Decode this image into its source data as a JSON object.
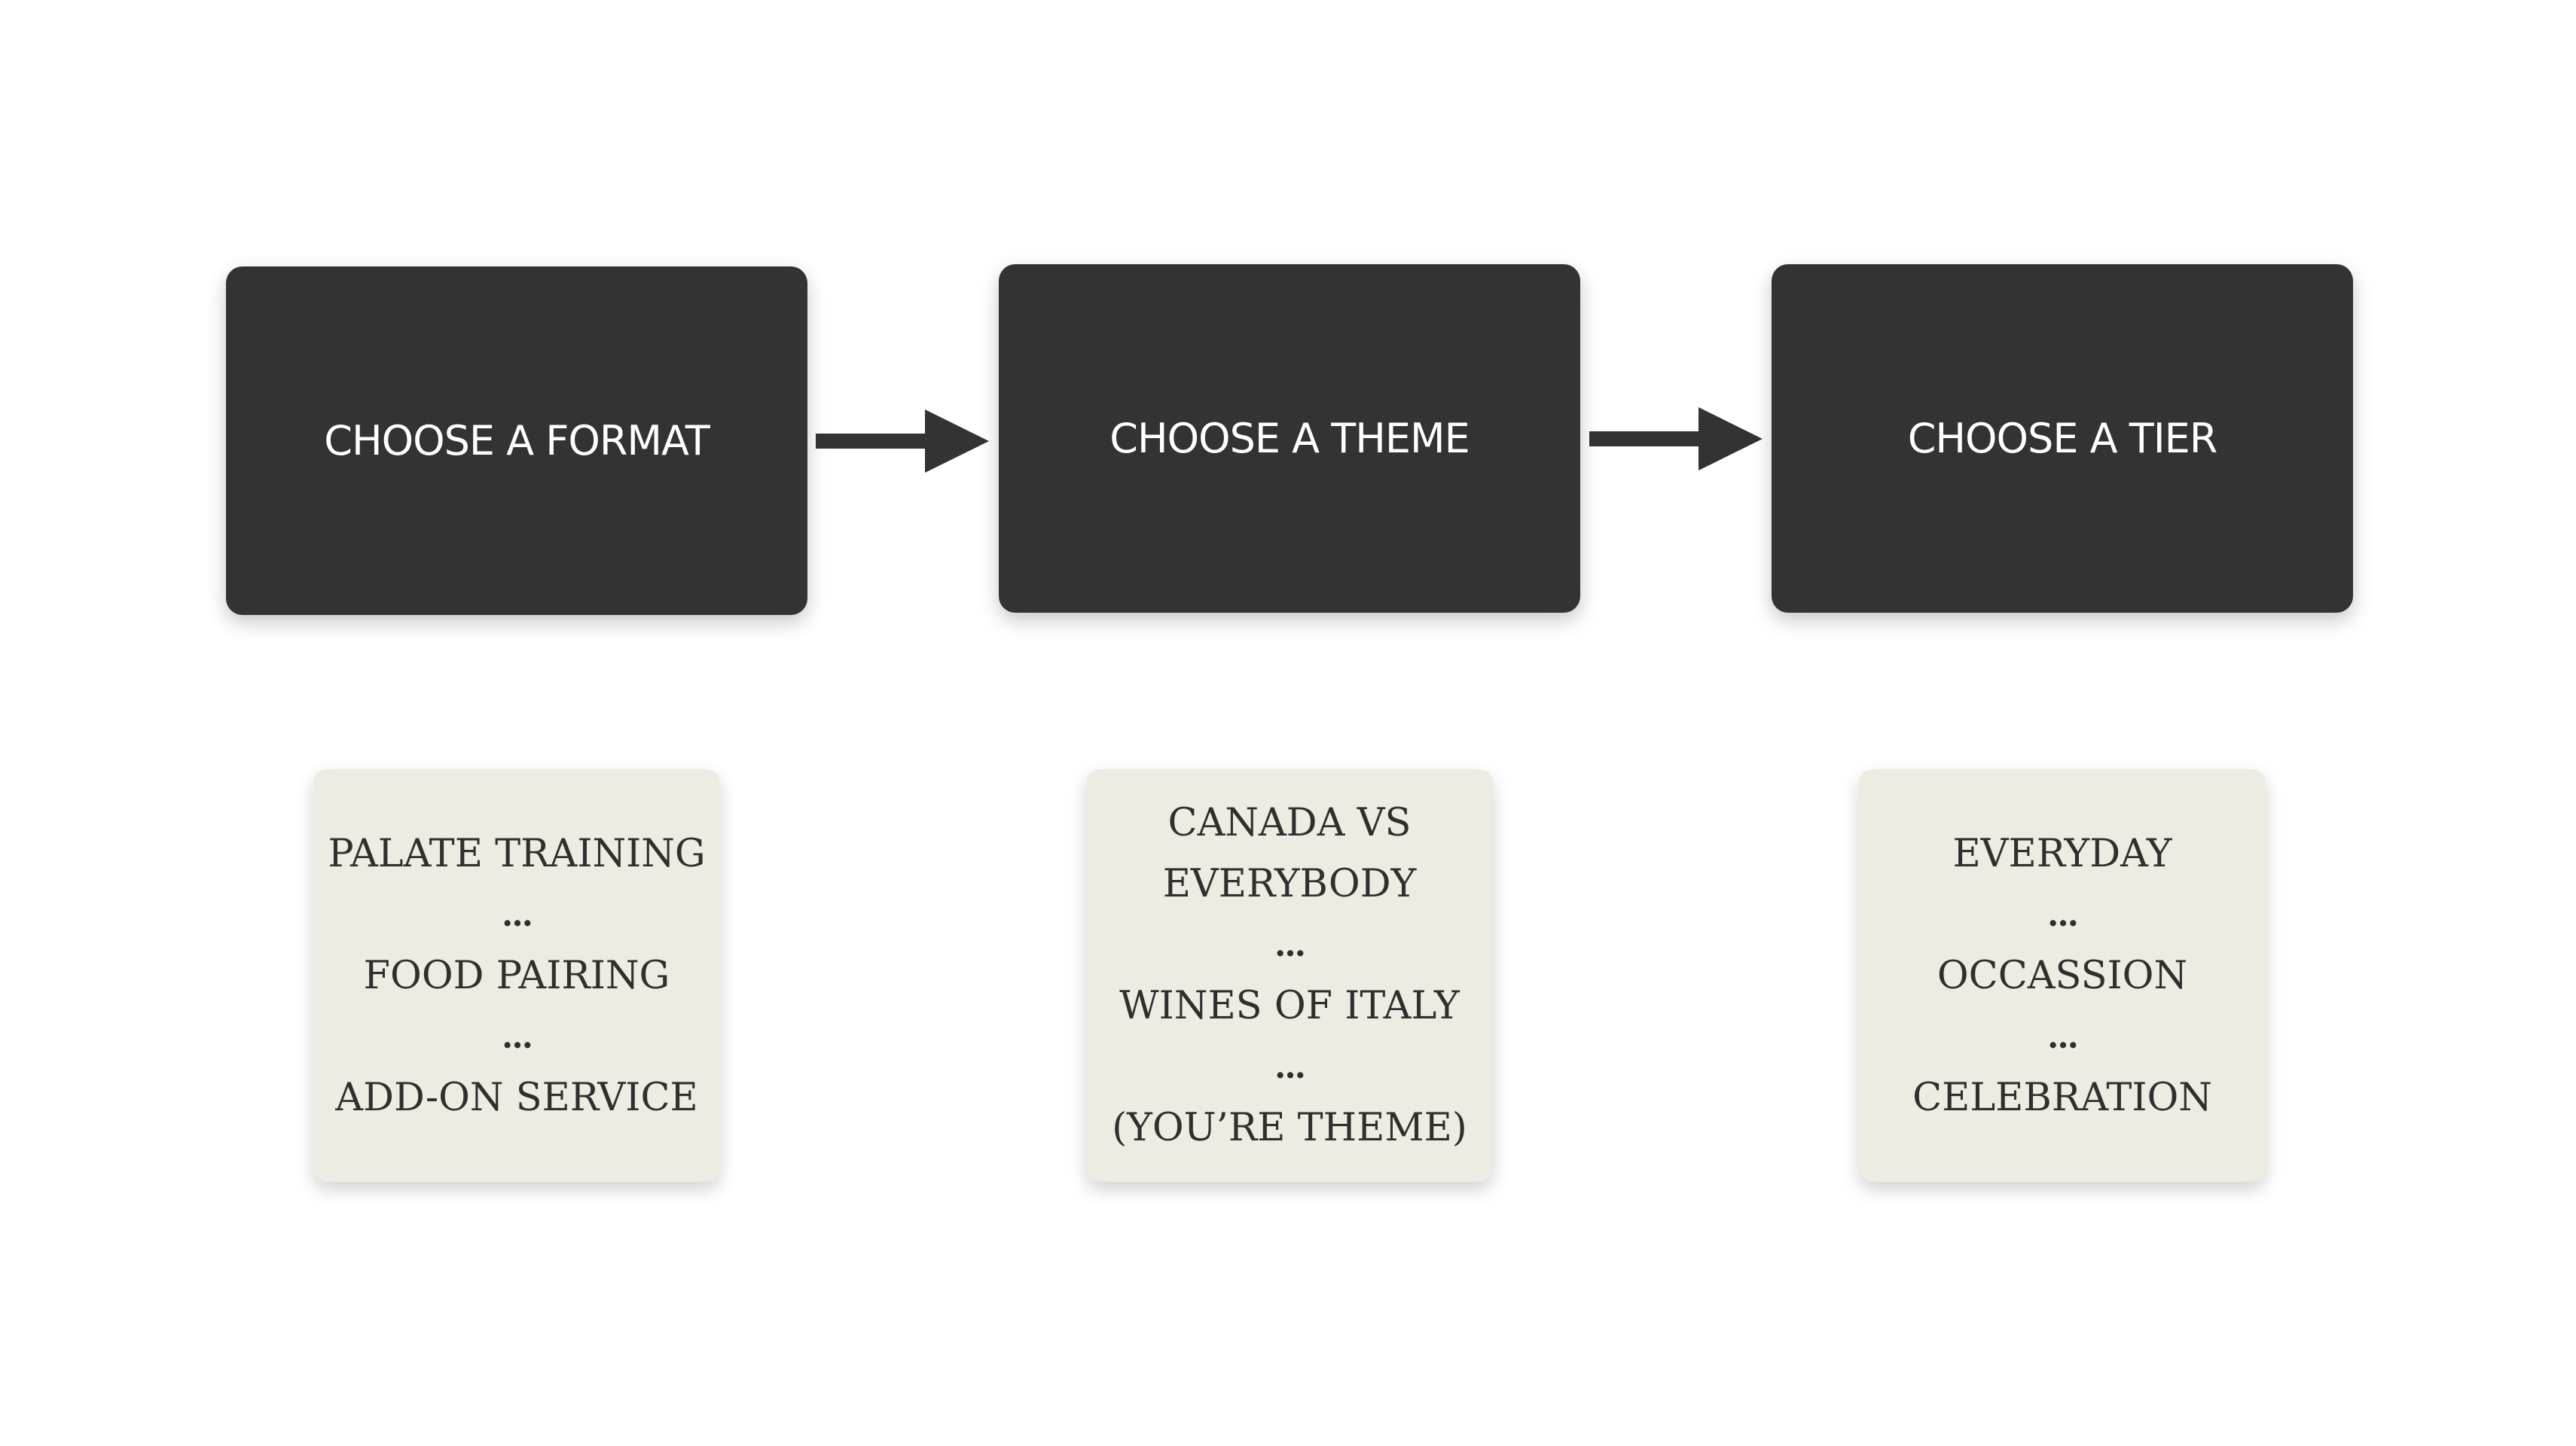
{
  "steps": [
    {
      "title": "CHOOSE A FORMAT"
    },
    {
      "title": "CHOOSE A THEME"
    },
    {
      "title": "CHOOSE A TIER"
    }
  ],
  "options": {
    "format": [
      "PALATE TRAINING",
      "...",
      "FOOD PAIRING",
      "...",
      "ADD-ON SERVICE"
    ],
    "theme": [
      "CANADA VS",
      "EVERYBODY",
      "...",
      "WINES OF ITALY",
      "...",
      "(YOU’RE THEME)"
    ],
    "tier": [
      "EVERYDAY",
      "...",
      "OCCASSION",
      "...",
      "CELEBRATION"
    ]
  },
  "colors": {
    "step_box": "#333333",
    "step_text": "#ffffff",
    "card_bg": "#eeebe2",
    "card_text": "#2f2f2f",
    "arrow": "#333333"
  }
}
